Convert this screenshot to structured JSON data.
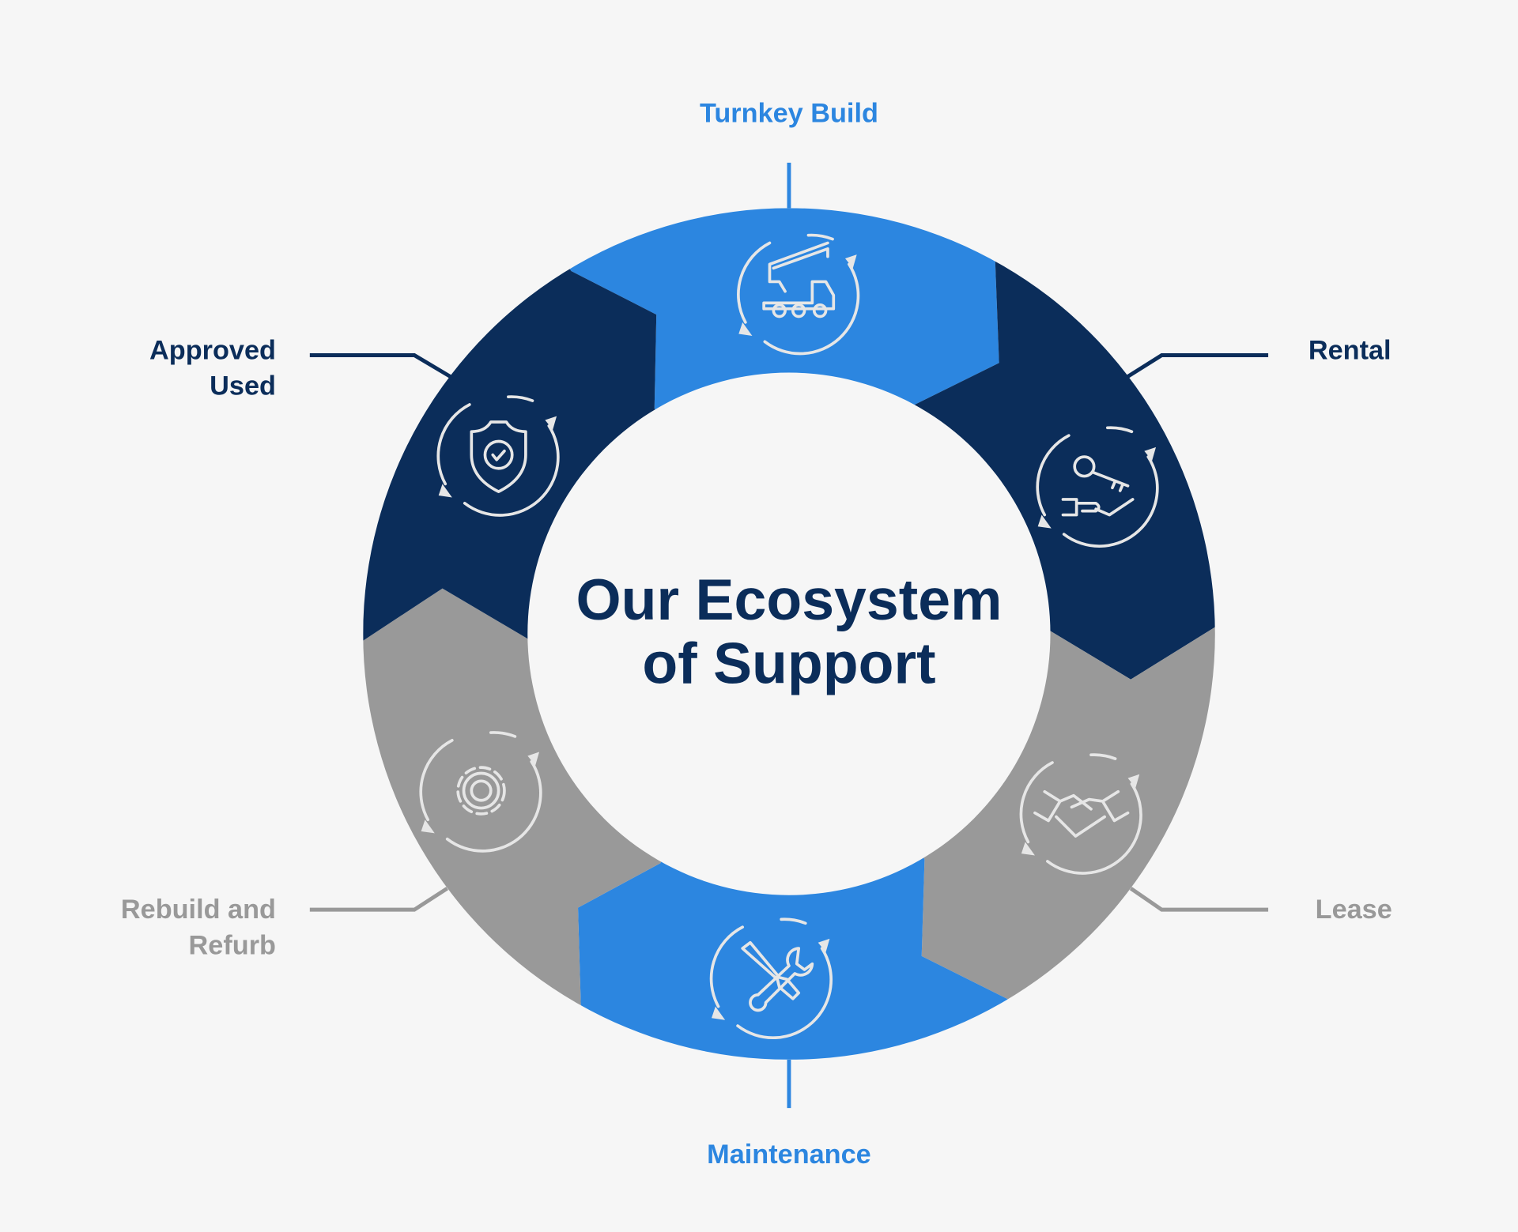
{
  "title": {
    "line1": "Our Ecosystem",
    "line2": "of Support"
  },
  "segments": [
    {
      "label": "Turnkey Build",
      "icon": "crane-truck-icon",
      "color": "#2c86e0"
    },
    {
      "label": "Rental",
      "icon": "key-in-hand-icon",
      "color": "#0b2d5a"
    },
    {
      "label": "Lease",
      "icon": "handshake-icon",
      "color": "#999999"
    },
    {
      "label": "Maintenance",
      "icon": "wrench-screwdriver-icon",
      "color": "#2c86e0"
    },
    {
      "label_line1": "Rebuild and",
      "label_line2": "Refurb",
      "icon": "gear-icon",
      "color": "#999999"
    },
    {
      "label_line1": "Approved",
      "label_line2": "Used",
      "icon": "shield-check-icon",
      "color": "#0b2d5a"
    }
  ],
  "colors": {
    "background": "#f6f6f6",
    "blue": "#2c86e0",
    "navy": "#0b2d5a",
    "gray": "#999999"
  }
}
